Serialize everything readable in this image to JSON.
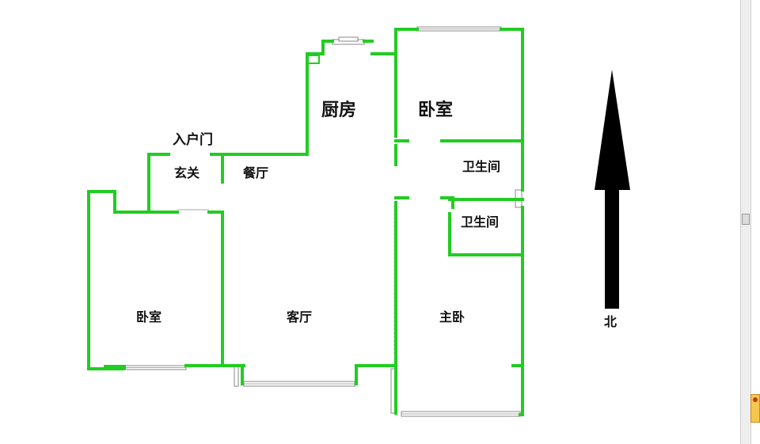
{
  "rooms": {
    "entrance_door": "入户门",
    "foyer": "玄关",
    "dining": "餐厅",
    "kitchen": "厨房",
    "bedroom_north": "卧室",
    "bathroom_1": "卫生间",
    "bathroom_2": "卫生间",
    "bedroom_west": "卧室",
    "living": "客厅",
    "master_bedroom": "主卧"
  },
  "compass": {
    "label": "北",
    "direction": "north"
  },
  "colors": {
    "wall": "#22cc22",
    "arrow": "#000000",
    "background": "#ffffff"
  },
  "icons": {
    "north_arrow": "north-arrow-icon",
    "corner_widget": "feedback-icon"
  }
}
